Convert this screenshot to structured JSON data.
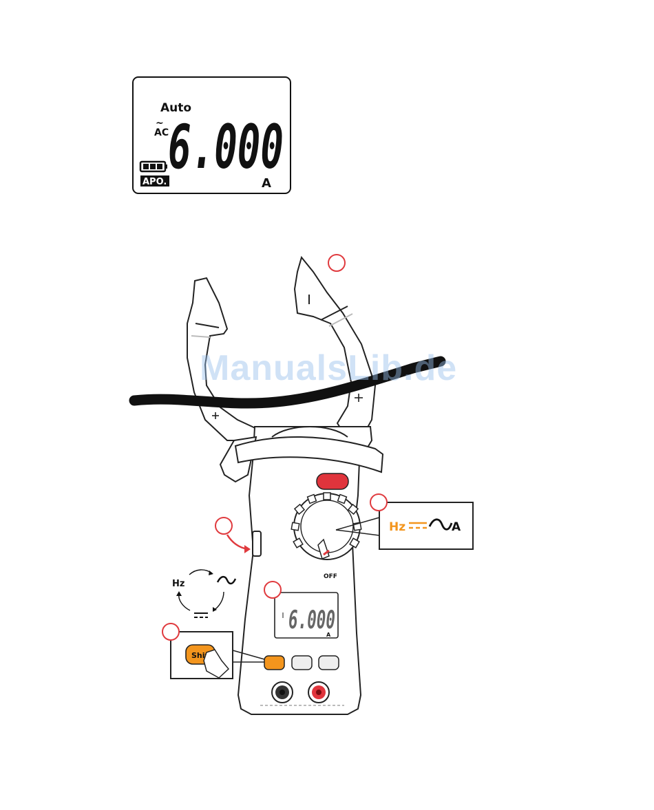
{
  "lcd": {
    "range_mode": "Auto",
    "ac_tilde": "~",
    "ac_label": "AC",
    "reading": "6.000",
    "unit": "A",
    "apo_label": "APO."
  },
  "dial_callout": {
    "hz": "Hz",
    "dc_symbol": "---",
    "ac_symbol": "~",
    "amp": "A",
    "off_label": "OFF"
  },
  "cycle_diagram": {
    "hz": "Hz",
    "ac_symbol": "~",
    "dc_symbol": "---"
  },
  "device_display": {
    "reading": "6.000",
    "unit": "A"
  },
  "shift_button": {
    "label": "Shift"
  },
  "watermark": "ManualsLib.de",
  "colors": {
    "accent_orange": "#f3951d",
    "marker_red": "#e03a3e",
    "power_red": "#e0343c",
    "outline": "#222222"
  }
}
